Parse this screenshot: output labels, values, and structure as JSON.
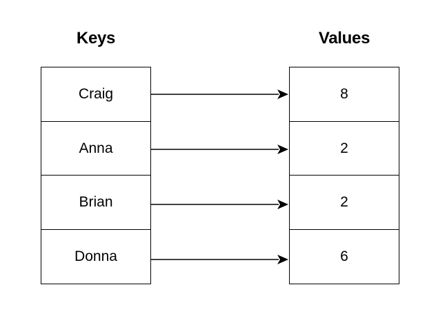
{
  "diagram": {
    "keys_title": "Keys",
    "values_title": "Values",
    "rows": [
      {
        "key": "Craig",
        "value": "8"
      },
      {
        "key": "Anna",
        "value": "2"
      },
      {
        "key": "Brian",
        "value": "2"
      },
      {
        "key": "Donna",
        "value": "6"
      }
    ]
  }
}
